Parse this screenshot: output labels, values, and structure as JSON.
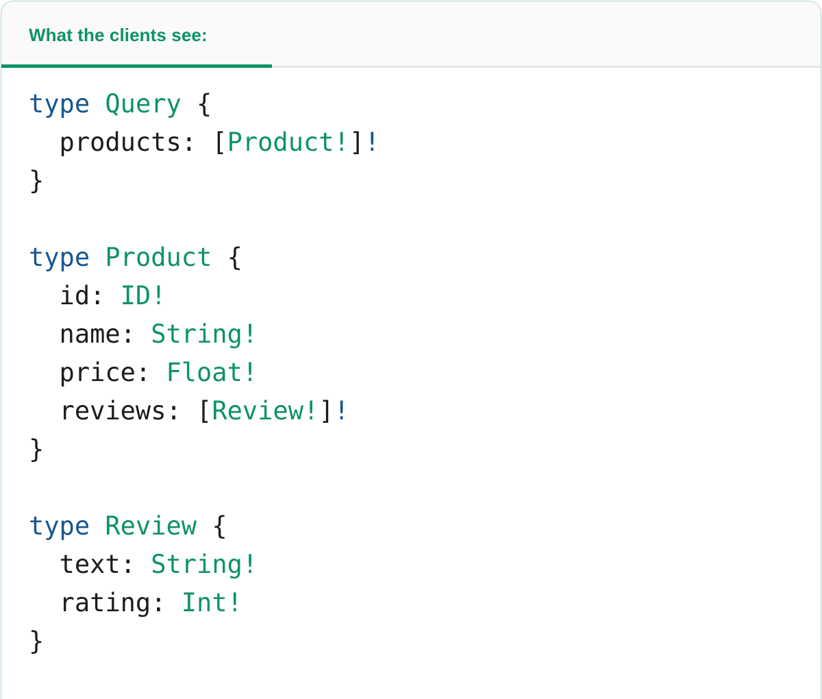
{
  "card": {
    "border_color": "#a9d7c2",
    "background": "#ffffff"
  },
  "header": {
    "tab_label": "What the clients see:",
    "tab_active": true,
    "accent_color": "#0e9268",
    "divider_color": "#e6e6e6",
    "tab_background": "#fafafa"
  },
  "code": {
    "language": "graphql",
    "colors": {
      "keyword": "#17568f",
      "type": "#0e9268",
      "text": "#1c1c1c",
      "bang_outer": "#17568f"
    },
    "lines": [
      {
        "id": "l1",
        "tokens": [
          {
            "t": "type",
            "c": "kw"
          },
          {
            "t": " ",
            "c": "punct"
          },
          {
            "t": "Query",
            "c": "type"
          },
          {
            "t": " {",
            "c": "punct"
          }
        ]
      },
      {
        "id": "l2",
        "tokens": [
          {
            "t": "  products: ",
            "c": "field"
          },
          {
            "t": "[",
            "c": "punct"
          },
          {
            "t": "Product",
            "c": "type"
          },
          {
            "t": "!",
            "c": "bang"
          },
          {
            "t": "]",
            "c": "punct"
          },
          {
            "t": "!",
            "c": "bang-outer"
          }
        ]
      },
      {
        "id": "l3",
        "tokens": [
          {
            "t": "}",
            "c": "punct"
          }
        ]
      },
      {
        "id": "l4",
        "tokens": [
          {
            "t": " ",
            "c": "punct"
          }
        ]
      },
      {
        "id": "l5",
        "tokens": [
          {
            "t": "type",
            "c": "kw"
          },
          {
            "t": " ",
            "c": "punct"
          },
          {
            "t": "Product",
            "c": "type"
          },
          {
            "t": " {",
            "c": "punct"
          }
        ]
      },
      {
        "id": "l6",
        "tokens": [
          {
            "t": "  id: ",
            "c": "field"
          },
          {
            "t": "ID",
            "c": "type"
          },
          {
            "t": "!",
            "c": "bang"
          }
        ]
      },
      {
        "id": "l7",
        "tokens": [
          {
            "t": "  name: ",
            "c": "field"
          },
          {
            "t": "String",
            "c": "type"
          },
          {
            "t": "!",
            "c": "bang"
          }
        ]
      },
      {
        "id": "l8",
        "tokens": [
          {
            "t": "  price: ",
            "c": "field"
          },
          {
            "t": "Float",
            "c": "type"
          },
          {
            "t": "!",
            "c": "bang"
          }
        ]
      },
      {
        "id": "l9",
        "tokens": [
          {
            "t": "  reviews: ",
            "c": "field"
          },
          {
            "t": "[",
            "c": "punct"
          },
          {
            "t": "Review",
            "c": "type"
          },
          {
            "t": "!",
            "c": "bang"
          },
          {
            "t": "]",
            "c": "punct"
          },
          {
            "t": "!",
            "c": "bang-outer"
          }
        ]
      },
      {
        "id": "l10",
        "tokens": [
          {
            "t": "}",
            "c": "punct"
          }
        ]
      },
      {
        "id": "l11",
        "tokens": [
          {
            "t": " ",
            "c": "punct"
          }
        ]
      },
      {
        "id": "l12",
        "tokens": [
          {
            "t": "type",
            "c": "kw"
          },
          {
            "t": " ",
            "c": "punct"
          },
          {
            "t": "Review",
            "c": "type"
          },
          {
            "t": " {",
            "c": "punct"
          }
        ]
      },
      {
        "id": "l13",
        "tokens": [
          {
            "t": "  text: ",
            "c": "field"
          },
          {
            "t": "String",
            "c": "type"
          },
          {
            "t": "!",
            "c": "bang"
          }
        ]
      },
      {
        "id": "l14",
        "tokens": [
          {
            "t": "  rating: ",
            "c": "field"
          },
          {
            "t": "Int",
            "c": "type"
          },
          {
            "t": "!",
            "c": "bang"
          }
        ]
      },
      {
        "id": "l15",
        "tokens": [
          {
            "t": "}",
            "c": "punct"
          }
        ]
      }
    ],
    "plain_text": "type Query {\n  products: [Product!]!\n}\n\ntype Product {\n  id: ID!\n  name: String!\n  price: Float!\n  reviews: [Review!]!\n}\n\ntype Review {\n  text: String!\n  rating: Int!\n}"
  }
}
